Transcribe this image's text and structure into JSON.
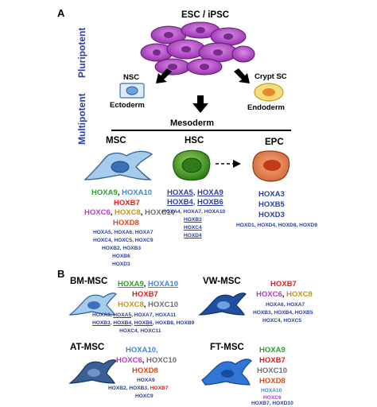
{
  "panel_a": {
    "label": "A",
    "esc_label": "ESC / iPSC",
    "side_pluripotent": "Pluripotent",
    "side_multipotent": "Multipotent",
    "nsc_label": "NSC",
    "ectoderm_label": "Ectoderm",
    "crypt_label": "Crypt SC",
    "endoderm_label": "Endoderm",
    "mesoderm_label": "Mesoderm",
    "msc": {
      "title": "MSC",
      "line1a": "HOXA9",
      "line1sep": ", ",
      "line1b": "HOXA10",
      "line2": "HOXB7",
      "line3a": "HOXC6",
      "line3sep1": ", ",
      "line3b": "HOXC8",
      "line3sep2": ", ",
      "line3c": "HOXC10",
      "line4": "HOXD8",
      "small": [
        "HOXA5, HOXA6, HOXA7",
        "HOXC4, HOXC5, HOXC9",
        "HOXB2, HOXB3",
        "HOXB6",
        "HOXD3"
      ]
    },
    "hsc": {
      "title": "HSC",
      "line1a": "HOXA5",
      "line1sep": ", ",
      "line1b": "HOXA9",
      "line2a": "HOXB4",
      "line2sep": ", ",
      "line2b": "HOXB6",
      "small1": "HOXA4, HOXA7, HOXA10",
      "small2": "HOXB3",
      "small3": "HOXC4",
      "small4": "HOXD4"
    },
    "epc": {
      "title": "EPC",
      "big": [
        "HOXA3",
        "HOXB5",
        "HOXD3"
      ],
      "small": "HOXD1, HOXD4, HOXD8, HOXD9"
    }
  },
  "panel_b": {
    "label": "B",
    "bm": {
      "title": "BM-MSC",
      "l1a": "HOXA9",
      "l1sep": ", ",
      "l1b": "HOXA10",
      "l2": "HOXB7",
      "l3a": "HOXC8",
      "l3sep": ", ",
      "l3b": "HOXC10",
      "s1a": "HOXA3, ",
      "s1b": "HOXA5",
      "s1c": ", HOXA7, HOXA11",
      "s2a": "HOXB3",
      "s2b": ", ",
      "s2c": "HOXB4",
      "s2d": ", ",
      "s2e": "HOXB6",
      "s2f": ", HOXB8, HOXB9",
      "s3": "HOXC4, HOXC11"
    },
    "vw": {
      "title": "VW-MSC",
      "l1": "HOXB7",
      "l2a": "HOXC6",
      "l2sep": ", ",
      "l2b": "HOXC8",
      "small": [
        "HOXA6, HOXA7",
        "HOXB3, HOXB4, HOXB5",
        "HOXC4, HOXC5"
      ]
    },
    "at": {
      "title": "AT-MSC",
      "l1": "HOXA10,",
      "l2a": "HOXC6",
      "l2sep": ", ",
      "l2b": "HOXC10",
      "l3": "HOXD8",
      "s1": "HOXA9",
      "s2a": "HOXB2, HOXB3, ",
      "s2b": "HOXB7",
      "s3": "HOXC9"
    },
    "ft": {
      "title": "FT-MSC",
      "big": [
        {
          "text": "HOXA9",
          "color": "#2e9e2e"
        },
        {
          "text": "HOXB7",
          "color": "#e02020"
        },
        {
          "text": "HOXC10",
          "color": "#6e6e6e"
        },
        {
          "text": "HOXD8",
          "color": "#e04a10"
        }
      ],
      "small": [
        {
          "text": "HOXA10",
          "color": "#3f86d8"
        },
        {
          "text": "HOXC6",
          "color": "#b23dc9"
        },
        {
          "text": "HOXB7, HOXD10",
          "color": "#2b3fa2"
        }
      ]
    }
  },
  "colors": {
    "a9_green": "#2e9e2e",
    "a10_blue": "#3f86d8",
    "b7_red": "#e02020",
    "c6_purple": "#b23dc9",
    "c8_gold": "#c8941c",
    "c10_gray": "#6e6e6e",
    "d8_orange": "#e04a10",
    "navy": "#2b3fa2",
    "nav_side": "#2f3ea0"
  }
}
